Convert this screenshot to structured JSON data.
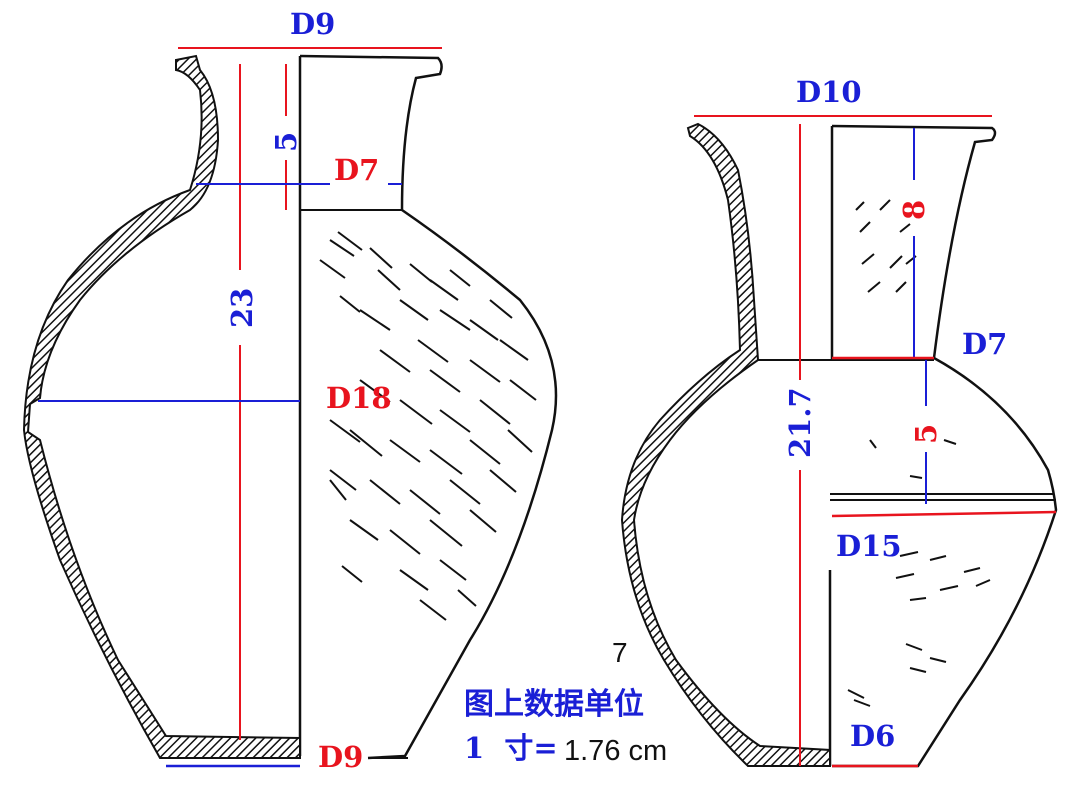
{
  "colors": {
    "red": "#e8141e",
    "blue": "#1a1fd6",
    "ink": "#111111"
  },
  "vase_left": {
    "top_diameter": "D9",
    "neck_height": "5",
    "neck_diameter": "D7",
    "body_height": "23",
    "max_diameter": "D18",
    "base_diameter": "D9"
  },
  "vase_right": {
    "top_diameter": "D10",
    "neck_height": "8",
    "neck_diameter": "D7",
    "shoulder_height": "5",
    "body_height": "21.7",
    "max_diameter": "D15",
    "base_diameter": "D6"
  },
  "note": {
    "line1": "图上数据单位",
    "line2_prefix": "1  寸=",
    "line2_value": "1.76 cm"
  },
  "stray_mark": "7"
}
